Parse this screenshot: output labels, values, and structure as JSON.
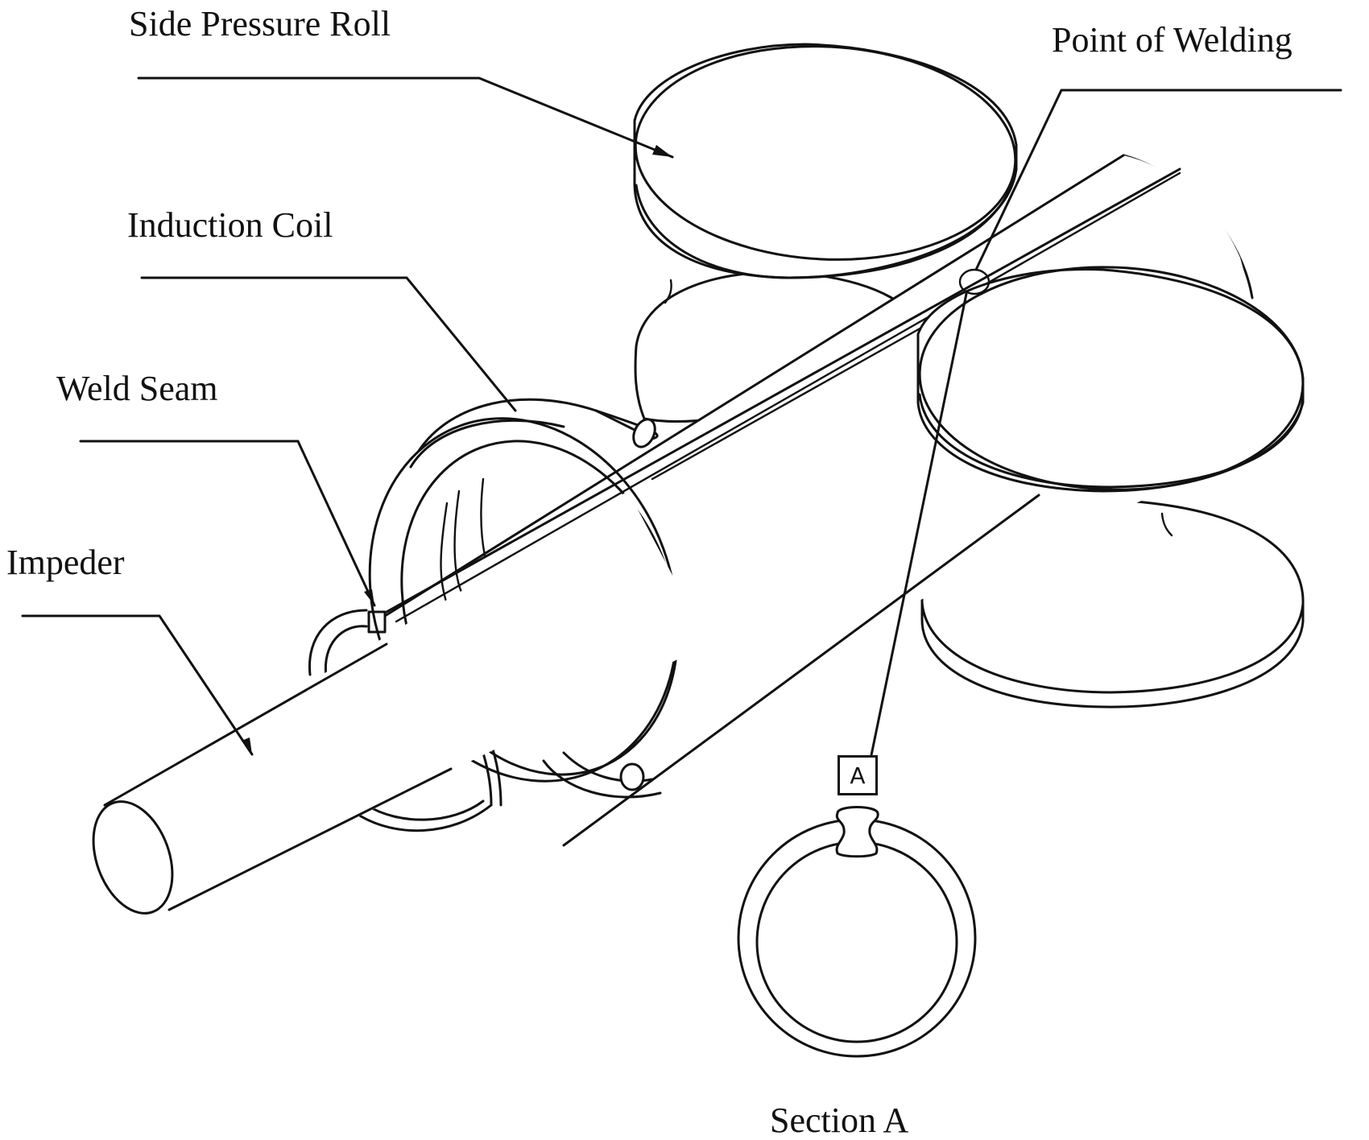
{
  "figure": {
    "type": "technical-diagram",
    "subject": "High-frequency induction tube welding setup",
    "labels": {
      "side_pressure_roll": "Side Pressure Roll",
      "point_of_welding": "Point of Welding",
      "induction_coil": "Induction Coil",
      "weld_seam": "Weld Seam",
      "impeder": "Impeder",
      "section_marker": "A",
      "section_caption": "Section A"
    },
    "colors": {
      "line": "#111111",
      "background": "#ffffff"
    }
  }
}
